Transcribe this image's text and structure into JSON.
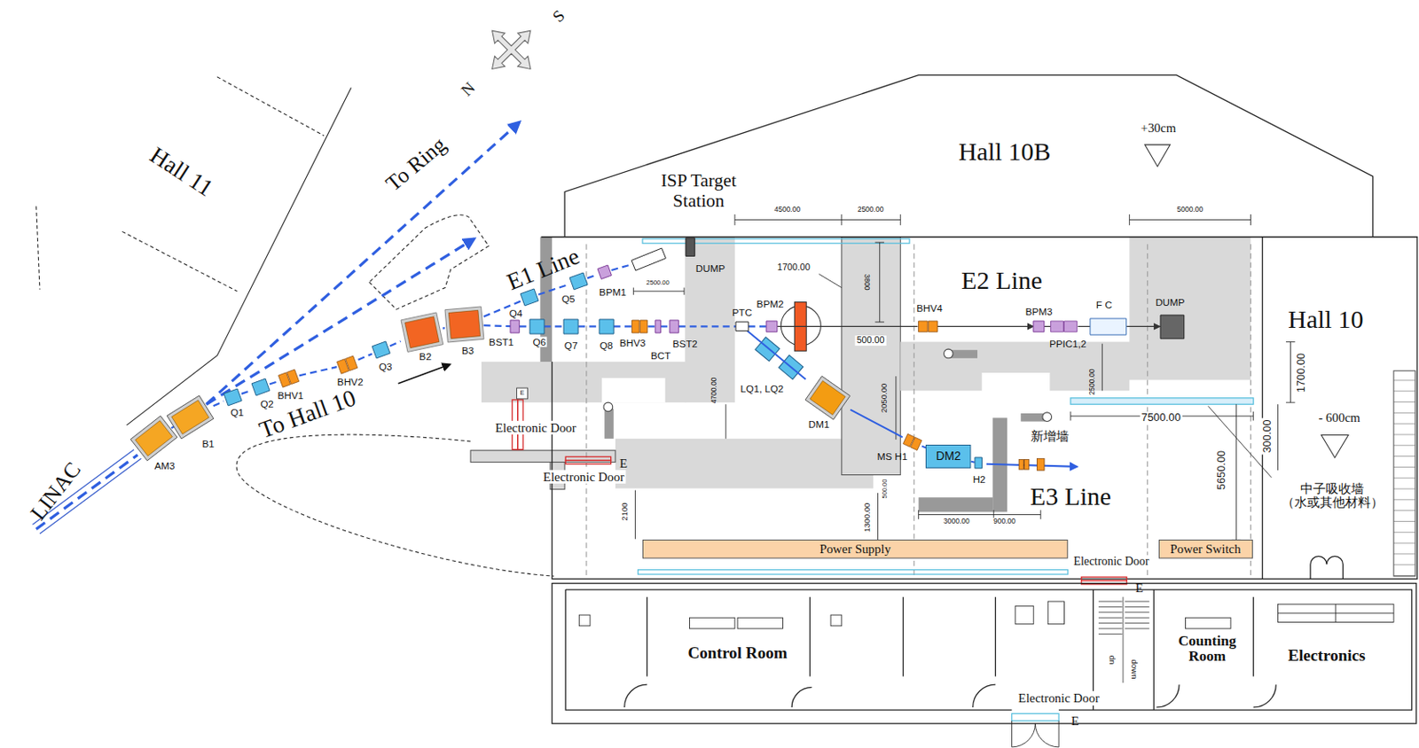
{
  "diagram": {
    "nodes": [
      {
        "text": [
          "AM3"
        ]
      },
      {
        "text": [
          "B1"
        ]
      },
      {
        "text": [
          "Q1"
        ]
      },
      {
        "text": [
          "Q2"
        ]
      },
      {
        "text": [
          "BHV1"
        ]
      },
      {
        "text": [
          "BHV2"
        ]
      },
      {
        "text": [
          "Q3"
        ]
      },
      {
        "text": [
          "B2"
        ]
      },
      {
        "text": [
          "B3"
        ]
      },
      {
        "text": [
          "Q4"
        ]
      },
      {
        "text": [
          "Q5"
        ]
      },
      {
        "text": [
          "BPM1"
        ]
      },
      {
        "text": [
          "ISP Target Station"
        ]
      },
      {
        "text": [
          "DUMP"
        ]
      },
      {
        "text": [
          "BST1"
        ]
      },
      {
        "text": [
          "Q6"
        ]
      },
      {
        "text": [
          "Q7"
        ]
      },
      {
        "text": [
          "Q8"
        ]
      },
      {
        "text": [
          "BHV3"
        ]
      },
      {
        "text": [
          "BCT"
        ]
      },
      {
        "text": [
          "BST2"
        ]
      },
      {
        "text": [
          "PTC"
        ]
      },
      {
        "text": [
          "BPM2"
        ]
      },
      {
        "text": [
          "DM1"
        ]
      },
      {
        "text": [
          "MS H1"
        ]
      },
      {
        "text": [
          "DM2"
        ]
      },
      {
        "text": [
          "H2"
        ]
      },
      {
        "text": [
          "BHV4"
        ]
      },
      {
        "text": [
          "BPM3"
        ]
      },
      {
        "text": [
          "PPIC1,2"
        ]
      },
      {
        "text": [
          "F C"
        ]
      },
      {
        "text": [
          "DUMP"
        ]
      },
      {
        "text": [
          "Power Supply"
        ]
      },
      {
        "text": [
          "Power Switch"
        ]
      }
    ],
    "edges": [
      {
        "from": 0,
        "to": 1,
        "arrow": "none"
      },
      {
        "from": 1,
        "to": 2,
        "arrow": "none"
      },
      {
        "from": 2,
        "to": 3,
        "arrow": "none"
      },
      {
        "from": 3,
        "to": 4,
        "arrow": "none"
      },
      {
        "from": 4,
        "to": 5,
        "arrow": "none"
      },
      {
        "from": 5,
        "to": 6,
        "arrow": "none"
      },
      {
        "from": 6,
        "to": 7,
        "arrow": "none"
      },
      {
        "from": 7,
        "to": 8,
        "arrow": "none"
      },
      {
        "from": 8,
        "to": 9,
        "arrow": "none"
      },
      {
        "from": 9,
        "to": 10,
        "arrow": "none"
      },
      {
        "from": 10,
        "to": 11,
        "arrow": "none"
      },
      {
        "from": 11,
        "to": 12,
        "arrow": "none"
      },
      {
        "from": 8,
        "to": 14,
        "arrow": "none"
      },
      {
        "from": 14,
        "to": 15,
        "arrow": "none"
      },
      {
        "from": 15,
        "to": 16,
        "arrow": "none"
      },
      {
        "from": 16,
        "to": 17,
        "arrow": "none"
      },
      {
        "from": 17,
        "to": 18,
        "arrow": "none"
      },
      {
        "from": 18,
        "to": 19,
        "arrow": "none"
      },
      {
        "from": 19,
        "to": 20,
        "arrow": "none"
      },
      {
        "from": 20,
        "to": 21,
        "arrow": "none"
      },
      {
        "from": 21,
        "to": 22,
        "arrow": "none"
      },
      {
        "from": 22,
        "to": 27,
        "arrow": "none"
      },
      {
        "from": 27,
        "to": 28,
        "arrow": "to"
      },
      {
        "from": 28,
        "to": 29,
        "arrow": "none"
      },
      {
        "from": 29,
        "to": 30,
        "arrow": "none"
      },
      {
        "from": 30,
        "to": 31,
        "arrow": "to"
      },
      {
        "from": 21,
        "to": 23,
        "arrow": "none"
      },
      {
        "from": 23,
        "to": 24,
        "arrow": "none"
      },
      {
        "from": 24,
        "to": 25,
        "arrow": "none"
      },
      {
        "from": 25,
        "to": 26,
        "arrow": "none"
      }
    ],
    "labels": [
      "Hall 11",
      "To Ring",
      "N",
      "S",
      "LINAC",
      "E1 Line",
      "To Hall 10",
      "Hall 10B",
      "+30cm",
      "Hall 10",
      "- 600cm",
      "E2 Line",
      "E3 Line",
      "4500.00",
      "2500.00",
      "5000.00",
      "1700.00",
      "3800",
      "2500.00",
      "500.00",
      "4700.00",
      "2050.00",
      "2500.00",
      "1700.00",
      "300.00",
      "7500.00",
      "5650.00",
      "2100",
      "1300.00",
      "500.00",
      "3000.00",
      "900.00",
      "LQ1, LQ2",
      "Electronic Door",
      "Electronic Door",
      "Electronic Door",
      "Electronic Door",
      "E",
      "E",
      "E",
      "E",
      "新增墙",
      "中子吸收墙 （水或其他材料）",
      "Control Room",
      "Counting Room",
      "Electronics",
      "up",
      "down"
    ]
  }
}
